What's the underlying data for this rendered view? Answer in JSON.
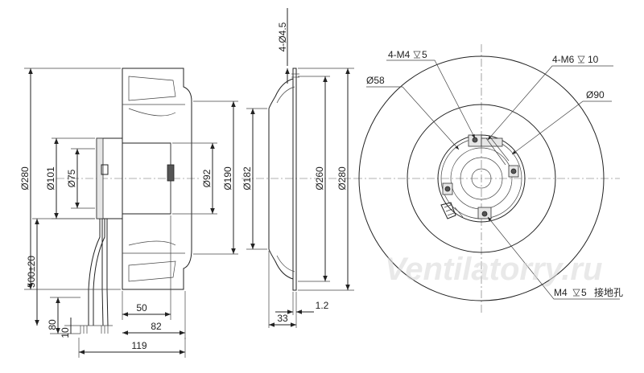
{
  "side_view": {
    "d280": "Ø280",
    "d101": "Ø101",
    "d75": "Ø75",
    "d92": "Ø92",
    "d190": "Ø190",
    "cable_len": "500±20",
    "w50": "50",
    "w82": "82",
    "w119": "119",
    "h80": "80",
    "h10": "10"
  },
  "ring_view": {
    "holes": "4-Ø4.5",
    "d182": "Ø182",
    "d260": "Ø260",
    "d280": "Ø280",
    "w33": "33",
    "t12": "1.2"
  },
  "front_view": {
    "m4": "4-M4",
    "m4_depth": "5",
    "m6": "4-M6",
    "m6_depth": "10",
    "d58": "Ø58",
    "d90": "Ø90",
    "ground": "M4",
    "ground_depth": "5",
    "ground_label": "接地孔"
  },
  "watermark": "Ventilatorry.ru"
}
